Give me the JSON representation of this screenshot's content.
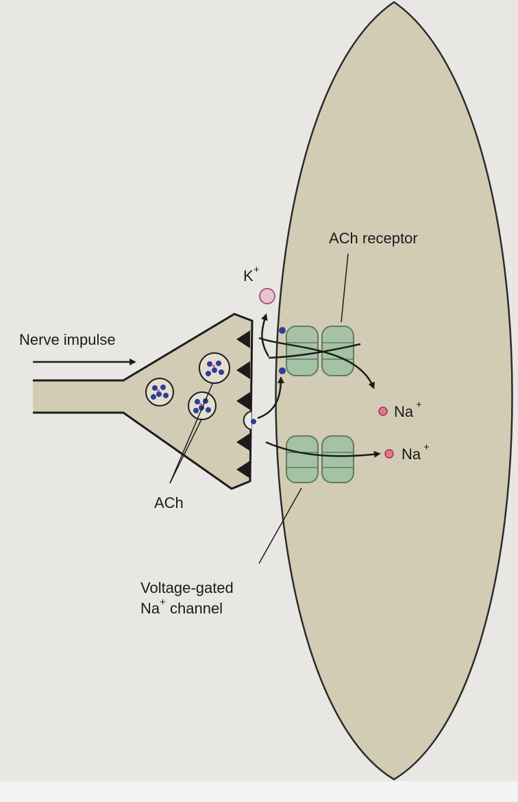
{
  "labels": {
    "nerve_impulse": "Nerve impulse",
    "ach": "ACh",
    "ach_receptor": "ACh receptor",
    "k_base": "K",
    "k_sup": "+",
    "na_base": "Na",
    "na_sup": "+",
    "vg_line1": "Voltage-gated",
    "vg_line2_base": "Na",
    "vg_line2_sup": "+",
    "vg_line2_rest": " channel"
  },
  "colors": {
    "background": "#e9e7e3",
    "cell_fill": "#d2ccb5",
    "cell_stroke": "#2b2b2b",
    "channel_fill": "#a6c2a4",
    "channel_stroke": "#5f7b5e",
    "vesicle_dot_blue": "#2c3e9a",
    "vesicle_dot_pink": "#d8609a",
    "k_ion": "#e8c4d2",
    "na_ion": "#e7758f"
  }
}
